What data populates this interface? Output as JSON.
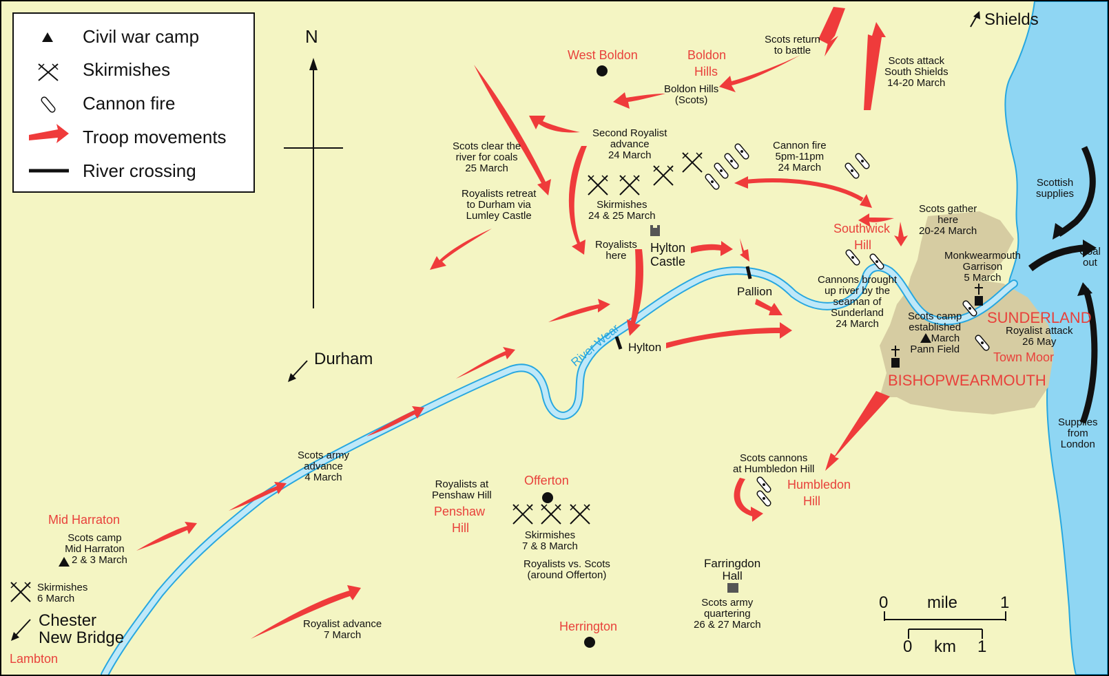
{
  "legend": {
    "camp": "Civil war camp",
    "skirmishes": "Skirmishes",
    "cannon": "Cannon fire",
    "troops": "Troop movements",
    "crossing": "River crossing"
  },
  "compass": "N",
  "places": {
    "west_boldon": "West Boldon",
    "boldon_hills_1": "Boldon",
    "boldon_hills_2": "Hills",
    "southwick_1": "Southwick",
    "southwick_2": "Hill",
    "sunderland": "SUNDERLAND",
    "town_moor": "Town Moor",
    "bishopwearmouth": "BISHOPWEARMOUTH",
    "humbledon_1": "Humbledon",
    "humbledon_2": "Hill",
    "offerton": "Offerton",
    "penshaw_1": "Penshaw",
    "penshaw_2": "Hill",
    "herrington": "Herrington",
    "mid_harraton": "Mid Harraton",
    "lambton": "Lambton"
  },
  "directions": {
    "shields": "Shields",
    "durham": "Durham",
    "chester_1": "Chester",
    "chester_2": "New Bridge"
  },
  "labels": {
    "scots_return": [
      "Scots return",
      "to battle"
    ],
    "scots_attack": [
      "Scots attack",
      "South Shields",
      "14-20 March"
    ],
    "boldon_scots": [
      "Boldon Hills",
      "(Scots)"
    ],
    "second_royalist": [
      "Second Royalist",
      "advance",
      "24 March"
    ],
    "cannon_fire": [
      "Cannon fire",
      "5pm-11pm",
      "24 March"
    ],
    "scots_clear": [
      "Scots clear the",
      "river for coals",
      "25 March"
    ],
    "royalists_retreat": [
      "Royalists retreat",
      "to Durham via",
      "Lumley Castle"
    ],
    "skirmishes_24": [
      "Skirmishes",
      "24 & 25 March"
    ],
    "royalists_here": [
      "Royalists",
      "here"
    ],
    "hylton_castle": [
      "Hylton",
      "Castle"
    ],
    "pallion": "Pallion",
    "hylton": "Hylton",
    "river_wear": "River Wear",
    "scots_gather": [
      "Scots gather",
      "here",
      "20-24 March"
    ],
    "monkwearmouth": [
      "Monkwearmouth",
      "Garrison",
      "5 March"
    ],
    "cannons_brought": [
      "Cannons brought",
      "up river by the",
      "seaman of",
      "Sunderland",
      "24 March"
    ],
    "scots_camp_est": [
      "Scots camp",
      "established",
      "4 March",
      "Pann Field"
    ],
    "royalist_attack": [
      "Royalist attack",
      "26 May"
    ],
    "scottish_supplies": [
      "Scottish",
      "supplies"
    ],
    "coal_out": [
      "Coal",
      "out"
    ],
    "supplies_london": [
      "Supplies",
      "from",
      "London"
    ],
    "scots_cannons": [
      "Scots cannons",
      "at Humbledon Hill"
    ],
    "scots_army_advance": [
      "Scots army",
      "advance",
      "4 March"
    ],
    "royalists_penshaw": [
      "Royalists at",
      "Penshaw Hill"
    ],
    "skirmishes_7": [
      "Skirmishes",
      "7 & 8 March"
    ],
    "royalists_vs": [
      "Royalists vs. Scots",
      "(around Offerton)"
    ],
    "scots_camp_mid": [
      "Scots camp",
      "Mid Harraton",
      "2 & 3 March"
    ],
    "skirmishes_6": [
      "Skirmishes",
      "6 March"
    ],
    "royalist_advance": [
      "Royalist advance",
      "7 March"
    ],
    "farringdon": [
      "Farringdon",
      "Hall"
    ],
    "scots_quartering": [
      "Scots army",
      "quartering",
      "26 & 27 March"
    ]
  },
  "scale": {
    "mile_0": "0",
    "mile": "mile",
    "mile_1": "1",
    "km_0": "0",
    "km": "km",
    "km_1": "1"
  },
  "colors": {
    "land": "#f4f5c3",
    "sea": "#8fd6f3",
    "river": "#27a7e0",
    "town": "#d6cca2",
    "troop_red": "#ef3b3b",
    "label_red": "#e8413b"
  }
}
